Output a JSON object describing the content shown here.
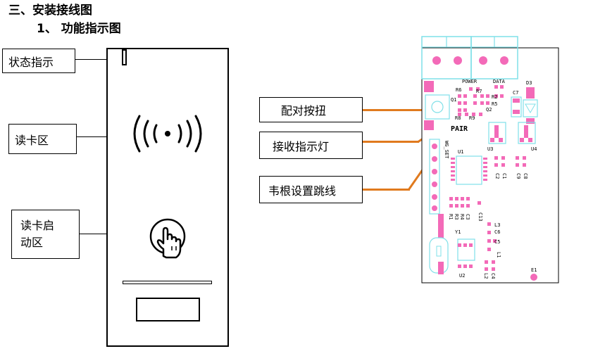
{
  "headings": {
    "section": "三、安装接线图",
    "sub": "1、  功能指示图"
  },
  "left_labels": {
    "status": "状态指示",
    "read_area": "读卡区",
    "read_activate_line1": "读卡启",
    "read_activate_line2": "动区"
  },
  "right_labels": {
    "pair_button": "配对按扭",
    "receive_led": "接收指示灯",
    "wiegand_jumper": "韦根设置跳线"
  },
  "pcb_labels": {
    "power": "POWER",
    "data": "DATA",
    "pair": "PAIR",
    "wg_set": "WG_SET",
    "r6": "R6",
    "q1": "Q1",
    "r8": "R8",
    "r9": "R9",
    "r7": "R7",
    "r5": "R5",
    "q2": "Q2",
    "r2": "R2",
    "c7": "C7",
    "d3": "D3",
    "u3": "U3",
    "u4": "U4",
    "u1": "U1",
    "c1": "C1",
    "c2": "C2",
    "c8": "C8",
    "c9": "C9",
    "r1": "R1",
    "r3": "R3",
    "r4": "R4",
    "c3": "C3",
    "c13": "C13",
    "l3": "L3",
    "c6": "C6",
    "c5": "C5",
    "l1": "L1",
    "y1": "Y1",
    "u2": "U2",
    "l2": "L2",
    "c4": "C4",
    "e1": "E1"
  },
  "colors": {
    "pad_pink": "#f36ab8",
    "silk_cyan": "#7fe0e8",
    "leader_orange": "#e07a1e"
  }
}
